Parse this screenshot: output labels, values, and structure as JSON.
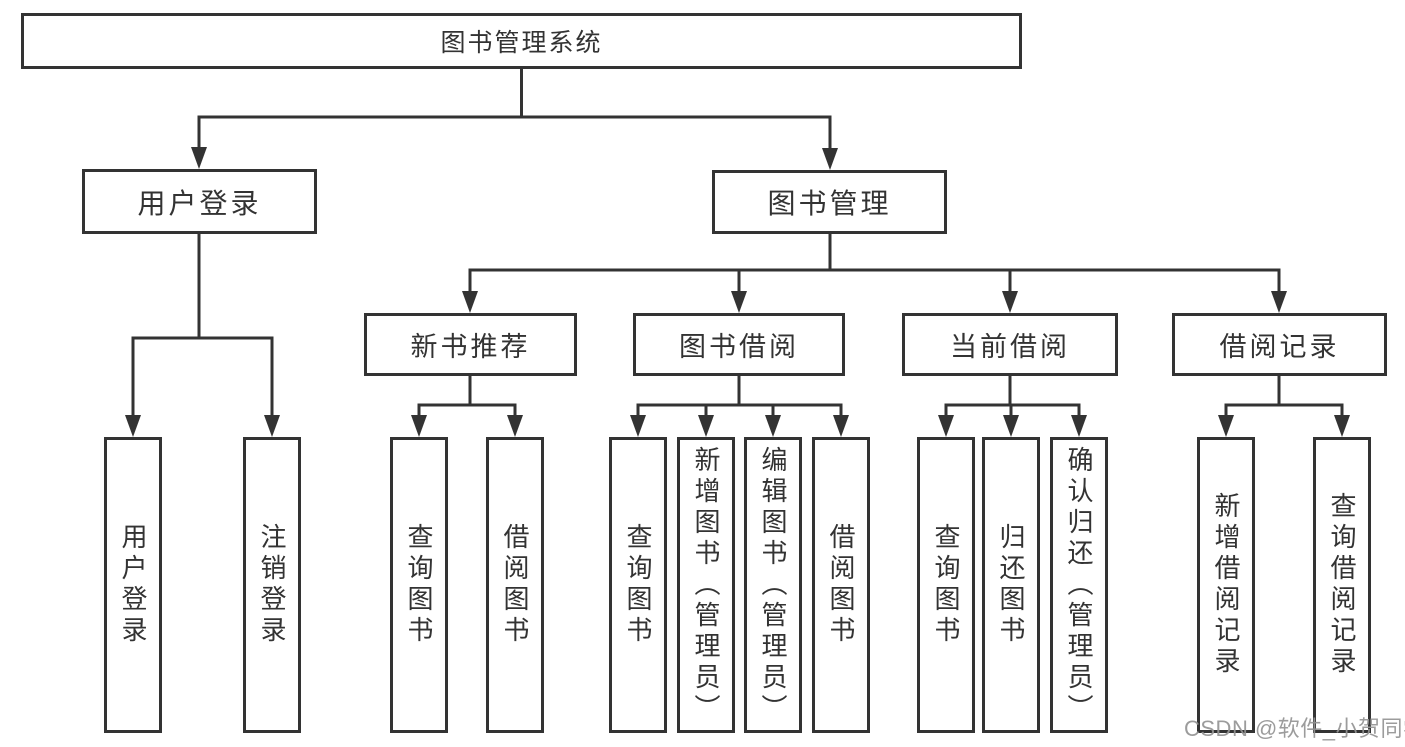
{
  "diagram_title": "图书管理系统",
  "tree": {
    "label": "图书管理系统",
    "children": [
      {
        "label": "用户登录",
        "children": [
          {
            "label": "用户登录"
          },
          {
            "label": "注销登录"
          }
        ]
      },
      {
        "label": "图书管理",
        "children": [
          {
            "label": "新书推荐",
            "children": [
              {
                "label": "查询图书"
              },
              {
                "label": "借阅图书"
              }
            ]
          },
          {
            "label": "图书借阅",
            "children": [
              {
                "label": "查询图书"
              },
              {
                "label": "新增图书（管理员）"
              },
              {
                "label": "编辑图书（管理员）"
              },
              {
                "label": "借阅图书"
              }
            ]
          },
          {
            "label": "当前借阅",
            "children": [
              {
                "label": "查询图书"
              },
              {
                "label": "归还图书"
              },
              {
                "label": "确认归还（管理员）"
              }
            ]
          },
          {
            "label": "借阅记录",
            "children": [
              {
                "label": "新增借阅记录"
              },
              {
                "label": "查询借阅记录"
              }
            ]
          }
        ]
      }
    ]
  },
  "watermark": "CSDN @软件_小贺同学",
  "colors": {
    "box_border": "#333333",
    "connector_line": "#333333",
    "text": "#333333",
    "watermark": "#949494",
    "background": "#ffffff"
  }
}
